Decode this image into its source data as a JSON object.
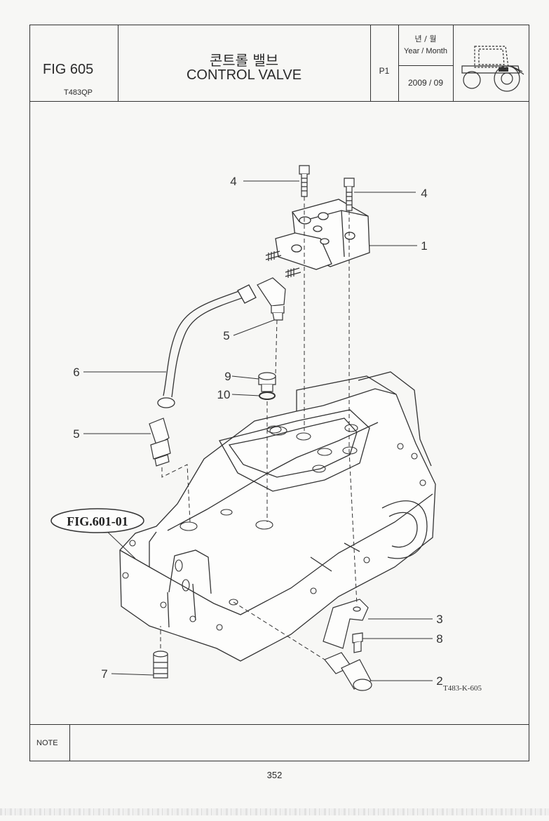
{
  "header": {
    "fig_label": "FIG 605",
    "model": "T483QP",
    "title_korean": "콘트롤 밸브",
    "title_english": "CONTROL VALVE",
    "page_code": "P1",
    "year_month_korean": "년 / 월",
    "year_month_english": "Year / Month",
    "date": "2009 / 09"
  },
  "diagram": {
    "reference_label": "FIG.601-01",
    "drawing_code": "T483-K-605",
    "callouts": {
      "c1": "1",
      "c2": "2",
      "c3": "3",
      "c4a": "4",
      "c4b": "4",
      "c5a": "5",
      "c5b": "5",
      "c6": "6",
      "c7": "7",
      "c8": "8",
      "c9": "9",
      "c10": "10"
    }
  },
  "footer": {
    "note_label": "NOTE",
    "note_text": "",
    "page_number": "352"
  }
}
